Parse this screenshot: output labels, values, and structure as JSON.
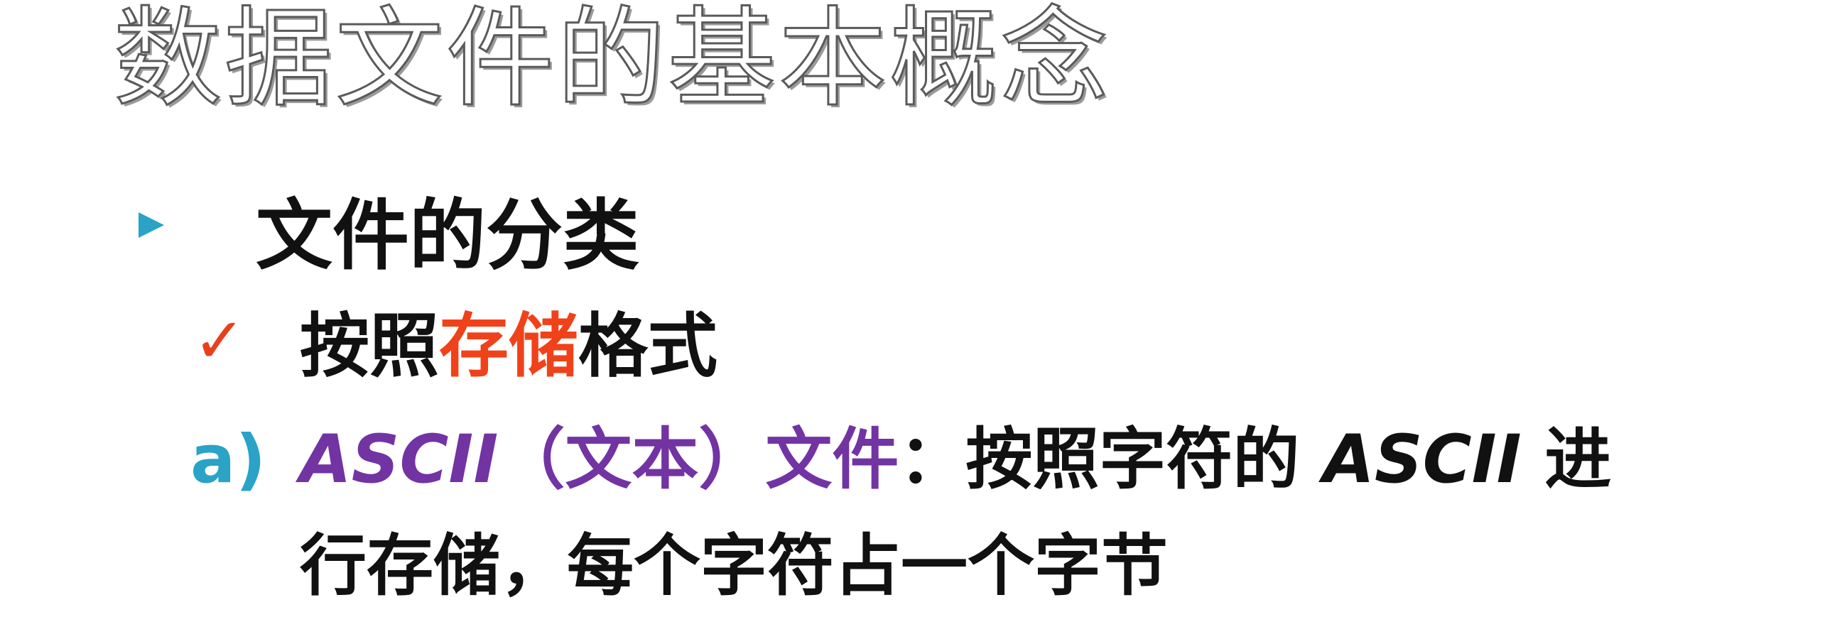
{
  "slide": {
    "title": "数据文件的基本概念",
    "bullet_heading": "文件的分类",
    "check_item": {
      "prefix": "按照",
      "highlight": "存储",
      "suffix": "格式"
    },
    "list_item": {
      "marker": "a)",
      "term_ascii": "ASCII",
      "term_paren": "（文本）文件",
      "colon": "：",
      "desc_line1_a": "按照字符的",
      "desc_line1_ascii": "ASCII",
      "desc_line1_b": "进",
      "desc_line2": "行存储，每个字符占一个字节"
    },
    "icons": {
      "bullet": "triangle-bullet-icon",
      "check": "checkmark-icon"
    },
    "colors": {
      "bullet": "#2aa3c6",
      "check": "#e8401c",
      "highlight": "#f0421a",
      "term": "#7233a3",
      "marker": "#2aa3c6",
      "text": "#111111"
    }
  }
}
